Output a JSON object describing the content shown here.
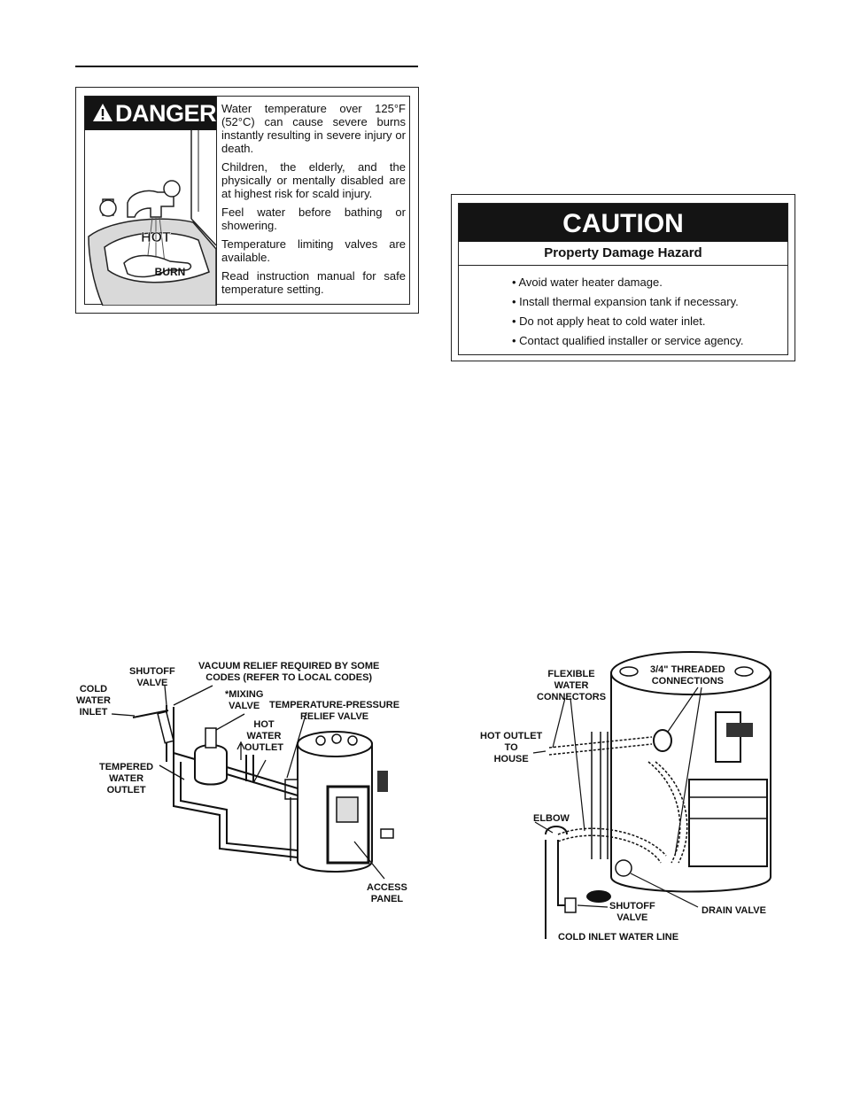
{
  "danger_label": {
    "header": "DANGER",
    "hot_text": "HOT",
    "burn_text": "BURN",
    "paragraphs": [
      "Water temperature over 125°F (52°C) can cause severe burns instantly resulting in severe injury or death.",
      "Children, the elderly, and the physically or mentally disabled are at highest risk for scald injury.",
      "Feel water before bathing or showering.",
      "Temperature limiting valves are available.",
      "Read instruction manual for safe temperature setting."
    ]
  },
  "caution_label": {
    "header": "CAUTION",
    "subtitle": "Property Damage Hazard",
    "items": [
      "• Avoid water heater damage.",
      "• Install thermal expansion tank if necessary.",
      "• Do not apply heat to cold water inlet.",
      "• Contact qualified installer or service agency."
    ]
  },
  "mixing_diagram": {
    "labels": {
      "shutoff_valve": "SHUTOFF\nVALVE",
      "vacuum_relief": "VACUUM RELIEF REQUIRED BY SOME\nCODES (REFER TO LOCAL CODES)",
      "cold_water_inlet": "COLD\nWATER\nINLET",
      "mixing_valve": "*MIXING\nVALVE",
      "tp_relief_valve": "TEMPERATURE-PRESSURE\nRELIEF VALVE",
      "hot_water_outlet": "HOT\nWATER\nOUTLET",
      "tempered_water_outlet": "TEMPERED\nWATER\nOUTLET",
      "access_panel": "ACCESS\nPANEL"
    }
  },
  "connection_diagram": {
    "labels": {
      "flexible_connectors": "FLEXIBLE\nWATER\nCONNECTORS",
      "threaded_connections": "3/4\" THREADED\nCONNECTIONS",
      "hot_outlet": "HOT OUTLET\nTO\nHOUSE",
      "elbow": "ELBOW",
      "shutoff_valve": "SHUTOFF\nVALVE",
      "drain_valve": "DRAIN VALVE",
      "cold_inlet": "COLD INLET WATER LINE"
    }
  }
}
